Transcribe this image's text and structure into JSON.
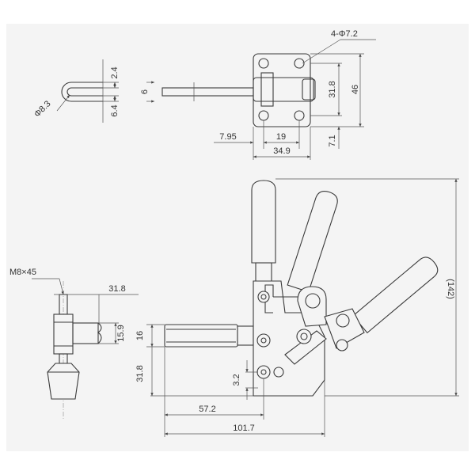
{
  "labels": {
    "holes": "4-Φ7.2",
    "slot_top": "2.4",
    "slot_bottom": "6.4",
    "pin_dia": "Φ8.3",
    "arm_thick": "6",
    "base_hole_pitch_v": "31.8",
    "base_height": "46",
    "base_offset_bottom": "7.1",
    "base_offset_left": "7.95",
    "base_hole_pitch_h": "19",
    "base_width": "34.9",
    "overall_height": "(142)",
    "spindle": "M8×45",
    "spindle_width": "31.8",
    "block_height": "15.9",
    "arm_height": "16",
    "mount_height": "31.8",
    "pivot_offset": "3.2",
    "reach": "57.2",
    "overall_length": "101.7"
  }
}
